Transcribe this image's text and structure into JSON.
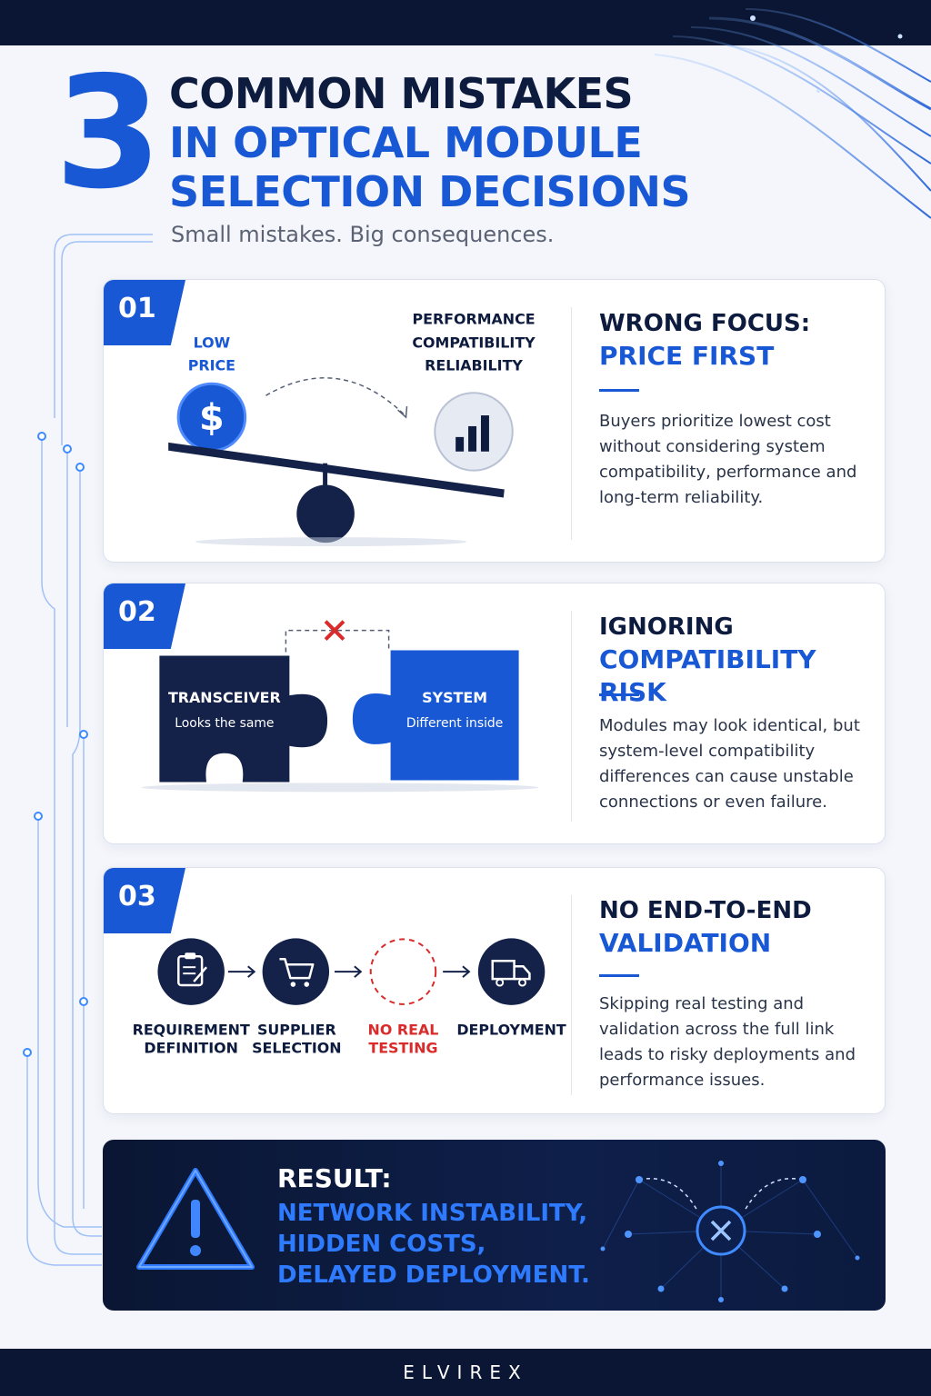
{
  "header": {
    "big_number": "3",
    "title_line1": "COMMON MISTAKES",
    "title_line2": "IN OPTICAL MODULE",
    "title_line3": "SELECTION DECISIONS",
    "subtitle": "Small mistakes. Big consequences."
  },
  "mistakes": [
    {
      "number": "01",
      "heading_dark": "WRONG FOCUS:",
      "heading_blue": "PRICE FIRST",
      "description": "Buyers prioritize lowest cost without considering system compatibility, performance and long-term reliability.",
      "visual": {
        "left_label_1": "LOW",
        "left_label_2": "PRICE",
        "left_icon": "dollar-coin-icon",
        "right_label_1": "PERFORMANCE",
        "right_label_2": "COMPATIBILITY",
        "right_label_3": "RELIABILITY",
        "right_icon": "bar-chart-icon"
      }
    },
    {
      "number": "02",
      "heading_dark": "IGNORING",
      "heading_blue": "COMPATIBILITY RISK",
      "description": "Modules may look identical, but system-level compatibility differences can cause unstable connections or even failure.",
      "visual": {
        "left_title": "TRANSCEIVER",
        "left_sub": "Looks the same",
        "right_title": "SYSTEM",
        "right_sub": "Different inside"
      }
    },
    {
      "number": "03",
      "heading_dark": "NO END-TO-END",
      "heading_blue": "VALIDATION",
      "description": "Skipping real testing and validation across the full link leads to risky deployments and performance issues.",
      "visual": {
        "step1_1": "REQUIREMENT",
        "step1_2": "DEFINITION",
        "step2_1": "SUPPLIER",
        "step2_2": "SELECTION",
        "step3_1": "NO REAL",
        "step3_2": "TESTING",
        "step4_1": "DEPLOYMENT"
      }
    }
  ],
  "result": {
    "heading": "RESULT:",
    "line1": "NETWORK INSTABILITY,",
    "line2": "HIDDEN COSTS,",
    "line3": "DELAYED DEPLOYMENT."
  },
  "footer": {
    "brand": "ELVIREX"
  },
  "colors": {
    "accent": "#1858d4",
    "navy": "#0d1b3e",
    "warning_red": "#d92b2b",
    "glow_blue": "#2f7bff"
  }
}
